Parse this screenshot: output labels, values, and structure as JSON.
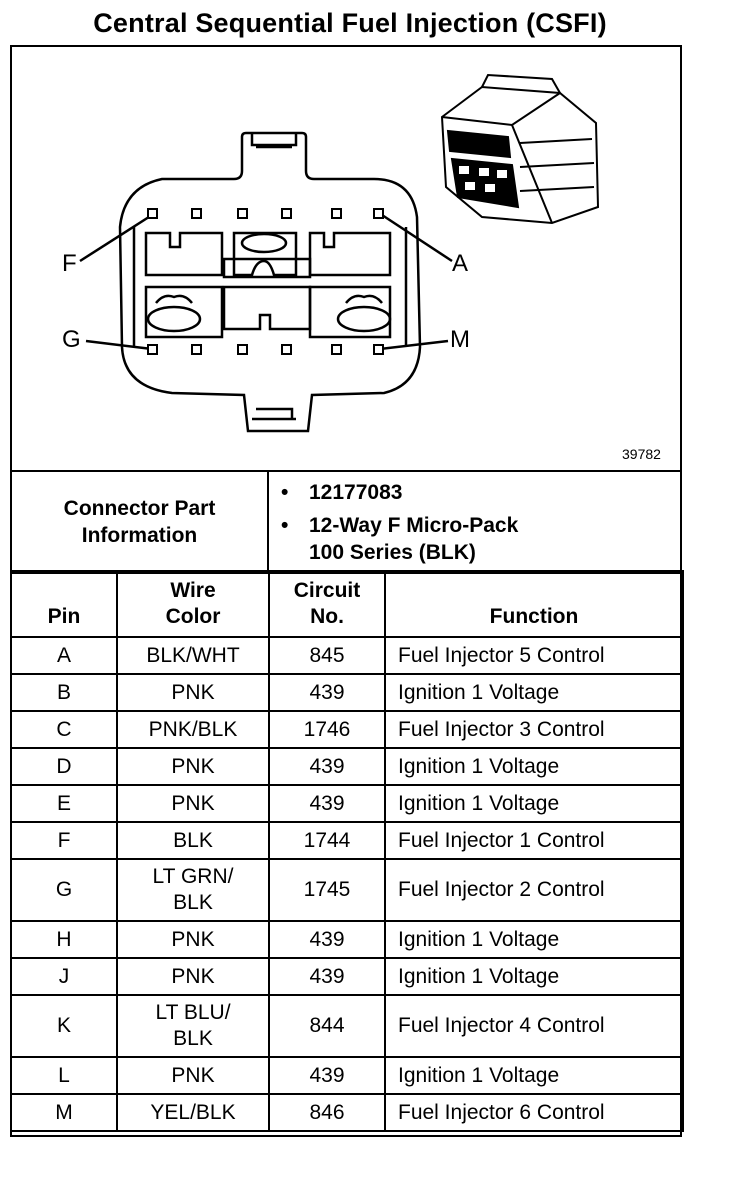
{
  "title": "Central Sequential Fuel Injection (CSFI)",
  "figure_number": "39782",
  "pin_callouts": {
    "f": "F",
    "a": "A",
    "g": "G",
    "m": "M"
  },
  "connector_info": {
    "label": "Connector Part Information",
    "bullet": "•",
    "lines": [
      "12177083",
      "12-Way F Micro-Pack",
      "100 Series (BLK)"
    ]
  },
  "columns": {
    "pin": "Pin",
    "wire_color": "Wire Color",
    "circuit": "Circuit No.",
    "function": "Function"
  },
  "rows": [
    {
      "pin": "A",
      "color": "BLK/WHT",
      "circuit": "845",
      "function": "Fuel Injector 5 Control"
    },
    {
      "pin": "B",
      "color": "PNK",
      "circuit": "439",
      "function": "Ignition 1 Voltage"
    },
    {
      "pin": "C",
      "color": "PNK/BLK",
      "circuit": "1746",
      "function": "Fuel Injector 3 Control"
    },
    {
      "pin": "D",
      "color": "PNK",
      "circuit": "439",
      "function": "Ignition 1 Voltage"
    },
    {
      "pin": "E",
      "color": "PNK",
      "circuit": "439",
      "function": "Ignition 1 Voltage"
    },
    {
      "pin": "F",
      "color": "BLK",
      "circuit": "1744",
      "function": "Fuel Injector 1 Control"
    },
    {
      "pin": "G",
      "color": "LT GRN/ BLK",
      "circuit": "1745",
      "function": "Fuel Injector 2 Control"
    },
    {
      "pin": "H",
      "color": "PNK",
      "circuit": "439",
      "function": "Ignition 1 Voltage"
    },
    {
      "pin": "J",
      "color": "PNK",
      "circuit": "439",
      "function": "Ignition 1 Voltage"
    },
    {
      "pin": "K",
      "color": "LT BLU/ BLK",
      "circuit": "844",
      "function": "Fuel Injector 4 Control"
    },
    {
      "pin": "L",
      "color": "PNK",
      "circuit": "439",
      "function": "Ignition 1 Voltage"
    },
    {
      "pin": "M",
      "color": "YEL/BLK",
      "circuit": "846",
      "function": "Fuel Injector 6 Control"
    }
  ]
}
